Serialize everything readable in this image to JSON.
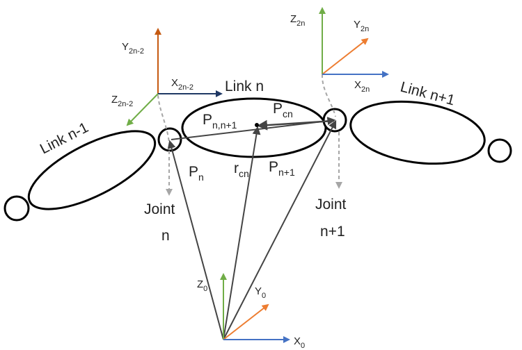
{
  "colors": {
    "black": "#000000",
    "dark": "#444444",
    "z_green": "#70ad47",
    "y_orange": "#ed7d31",
    "x_blue": "#4472c4",
    "frame_orange": "#c55a11",
    "frame_navy": "#1f3864",
    "dash_grey": "#a6a6a6"
  },
  "links": {
    "prev": "Link n-1",
    "curr": "Link n",
    "next": "Link n+1"
  },
  "joints": {
    "n_word": "Joint",
    "n_id": "n",
    "n1_word": "Joint",
    "n1_id": "n+1"
  },
  "frames": {
    "f2n2": {
      "y": "Y",
      "y_sub": "2n-2",
      "x": "X",
      "x_sub": "2n-2",
      "z": "Z",
      "z_sub": "2n-2"
    },
    "f2n": {
      "z": "Z",
      "z_sub": "2n",
      "y": "Y",
      "y_sub": "2n",
      "x": "X",
      "x_sub": "2n"
    },
    "f0": {
      "z": "Z",
      "z_sub": "0",
      "y": "Y",
      "y_sub": "0",
      "x": "X",
      "x_sub": "0"
    }
  },
  "vectors": {
    "p_nn1": "P",
    "p_nn1_sub": "n,n+1",
    "p_cn": "P",
    "p_cn_sub": "cn",
    "p_n": "P",
    "p_n_sub": "n",
    "r_cn": "r",
    "r_cn_sub": "cn",
    "p_n1": "P",
    "p_n1_sub": "n+1"
  }
}
